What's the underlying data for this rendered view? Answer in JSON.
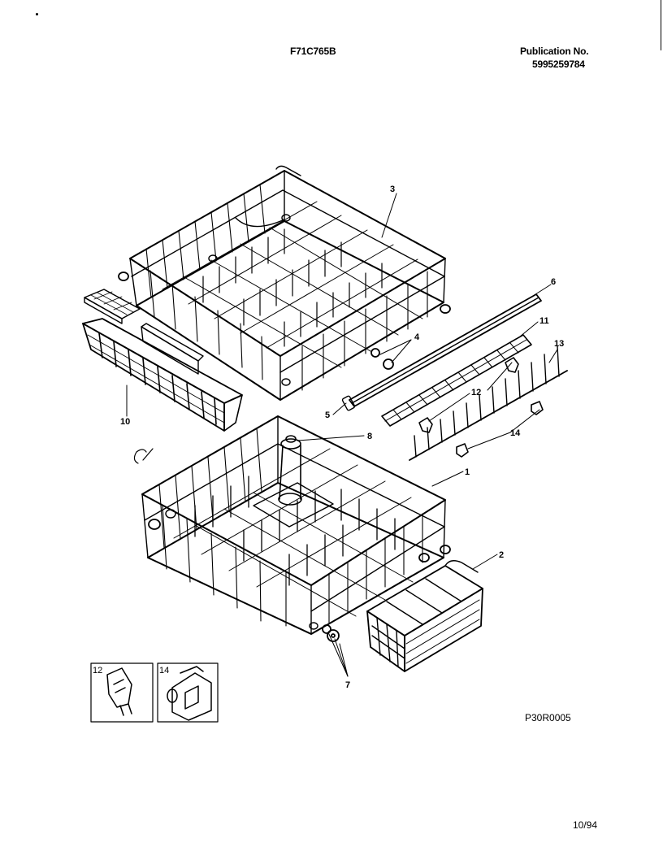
{
  "header": {
    "model": "F71C765B",
    "publication_label": "Publication No.",
    "publication_number": "5995259784"
  },
  "footer": {
    "diagram_code": "P30R0005",
    "date_code": "10/94"
  },
  "callouts": {
    "upper_rack": "3",
    "tine_row_strip": "6",
    "rack_rollers_upper": "4",
    "end_cap": "5",
    "cup_shelf": "11",
    "shelf_clip": "12",
    "tine_row": "13",
    "row_retainer": "14",
    "small_basket": "10",
    "spray_tube": "8",
    "lower_rack": "1",
    "silverware_basket": "2",
    "rack_rollers_lower": "7"
  },
  "insets": [
    {
      "number": "12"
    },
    {
      "number": "14"
    }
  ]
}
